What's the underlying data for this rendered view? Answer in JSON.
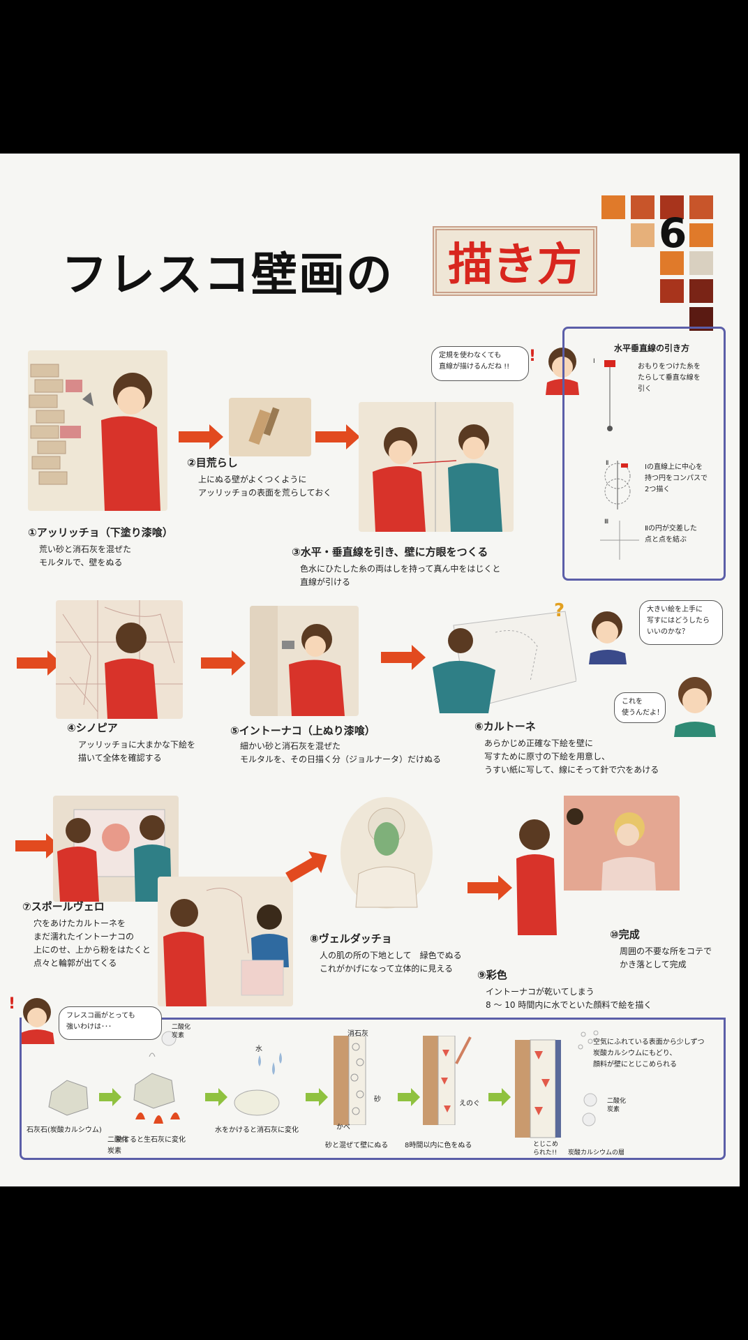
{
  "poster": {
    "title_main": "フレスコ壁画の",
    "title_highlight": "描き方",
    "page_number": "6"
  },
  "colors": {
    "accent_red": "#d8261e",
    "arrow_orange": "#e24a1f",
    "panel_border": "#5b5ea8",
    "mosaic": [
      "#e07a2a",
      "#c8552a",
      "#a8341c",
      "#e6b07a",
      "#7a2416",
      "#d9d0c0",
      "#5a1a12"
    ]
  },
  "steps": {
    "s1": {
      "label": "①アッリッチョ（下塗り漆喰）",
      "text": "荒い砂と消石灰を混ぜた\nモルタルで、壁をぬる"
    },
    "s2": {
      "label": "②目荒らし",
      "text": "上にぬる壁がよくつくように\nアッリッチョの表面を荒らしておく"
    },
    "s3": {
      "label": "③水平・垂直線を引き、壁に方眼をつくる",
      "text": "色水にひたした糸の両はしを持って真ん中をはじくと\n直線が引ける"
    },
    "s4": {
      "label": "④シノピア",
      "text": "アッリッチョに大まかな下絵を\n描いて全体を確認する"
    },
    "s5": {
      "label": "⑤イントーナコ（上ぬり漆喰）",
      "text": "細かい砂と消石灰を混ぜた\nモルタルを、その日描く分（ジョルナータ）だけぬる"
    },
    "s6": {
      "label": "⑥カルトーネ",
      "text": "あらかじめ正確な下絵を壁に\n写すために原寸の下絵を用意し、\nうすい紙に写して、線にそって針で穴をあける"
    },
    "s7": {
      "label": "⑦スポールヴェロ",
      "text": "穴をあけたカルトーネを\nまだ濡れたイントーナコの\n上にのせ、上から粉をはたくと\n点々と輪郭が出てくる"
    },
    "s8": {
      "label": "⑧ヴェルダッチョ",
      "text": "人の肌の所の下地として　緑色でぬる\nこれがかげになって立体的に見える"
    },
    "s9": {
      "label": "⑨彩色",
      "text": "イントーナコが乾いてしまう\n8 ～ 10 時間内に水でといた顔料で絵を描く"
    },
    "s10": {
      "label": "⑩完成",
      "text": "周囲の不要な所をコテで\nかき落として完成"
    }
  },
  "bubbles": {
    "ruler": "定規を使わなくても\n直線が描けるんだね !!",
    "big_picture": "大きい絵を上手に\n写すにはどうしたら\nいいのかな？",
    "use_this": "これを\n使うんだよ！",
    "strong": "フレスコ画がとっても\n強いわけは･･･"
  },
  "side_panel": {
    "title": "水平垂直線の引き方",
    "step_i": "おもりをつけた糸を\nたらして垂直な線を\n引く",
    "step_ii": "Ⅰの直線上に中心を\n持つ円をコンパスで\n2つ描く",
    "step_iii": "Ⅱの円が交差した\n点と点を結ぶ",
    "numeral_i": "Ⅰ",
    "numeral_ii": "Ⅱ",
    "numeral_iii": "Ⅲ"
  },
  "chem": {
    "limestone": "石灰石(炭酸カルシウム)",
    "heated": "熱すると生石灰に変化",
    "water": "水をかけると消石灰に変化",
    "mix": "砂と混ぜて壁にぬる",
    "paint": "8時間以内に色をぬる",
    "air_text": "空気にふれている表面から少しずつ\n炭酸カルシウムにもどり、\n顔料が壁にとじこめられる",
    "co2": "二酸化\n炭素",
    "slaked_lime": "消石灰",
    "sand": "砂",
    "wall": "かべ",
    "pigment": "えのぐ",
    "water_label": "水",
    "layer": "炭酸カルシウムの層",
    "trapped": "とじこめ\nられた!!"
  }
}
